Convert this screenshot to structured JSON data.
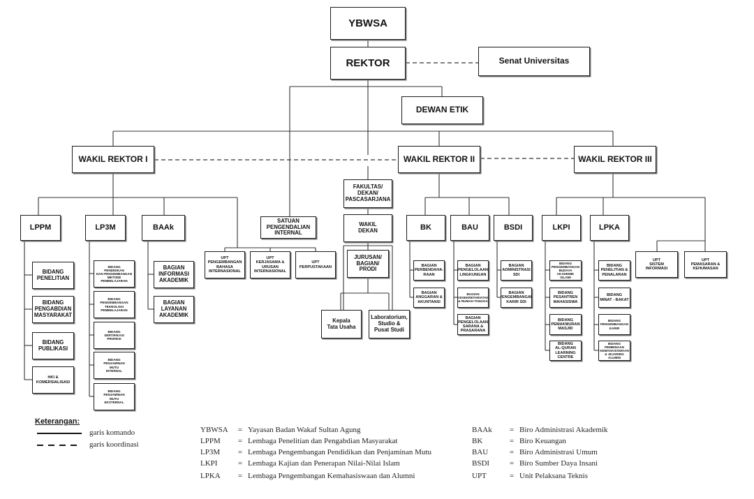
{
  "nodes": {
    "ybwsa": "YBWSA",
    "rektor": "REKTOR",
    "senat": "Senat Universitas",
    "dewan_etik": "DEWAN ETIK",
    "wr1": "WAKIL REKTOR I",
    "wr2": "WAKIL REKTOR II",
    "wr3": "WAKIL REKTOR III",
    "fakultas": "FAKULTAS/\nDEKAN/\nPASCASARJANA",
    "wakil_dekan": "WAKIL\nDEKAN",
    "jurusan": "JURUSAN/\nBAGIAN/\nPRODI",
    "kepala_tu": "Kepala\nTata Usaha",
    "laboratorium": "Laboratorium,\nStudio &\nPusat Studi",
    "spi": "SATUAN\nPENGENDALIAN\nINTERNAL",
    "upt_bahasa": "UPT\nPENGEMBANGAN\nBAHASA\nINTERNASIONAL",
    "upt_kerjasama": "UPT\nKERJASAMA &\nURUSAN\nINTERNASIONAL",
    "upt_perpustakaan": "UPT\nPERPUSTAKAAN",
    "lppm": "LPPM",
    "lp3m": "LP3M",
    "baak": "BAAk",
    "bk": "BK",
    "bau": "BAU",
    "bsdi": "BSDI",
    "lkpi": "LKPI",
    "lpka": "LPKA",
    "upt_si": "UPT\nSISTEM\nINFORMASI",
    "upt_pemasaran": "UPT\nPEMASARAN &\nKEHUMASAN",
    "lppm_penelitian": "BIDANG\nPENELITIAN",
    "lppm_pengabdian": "BIDANG\nPENGABDIAN\nMASYARAKAT",
    "lppm_publikasi": "BIDANG\nPUBLIKASI",
    "lppm_hki": "HKI &\nKOMERSIALISASI",
    "lp3m_1": "BIDANG\nPENDIDIKAN\nDAN PENGEMBANGAN\nMETODE\nPEMBELAJARAN",
    "lp3m_2": "BIDANG\nPENGEMBANGAN\nTEKNOLOGI\nPEMBELAJARAN",
    "lp3m_3": "BIDANG\nSERTIFIKASI\nPROFESI",
    "lp3m_4": "BIDANG\nPENJAMINAN\nMUTU\nINTERNAL",
    "lp3m_5": "BIDANG\nPENJAMINAN\nMUTU\nEKSTERNAL",
    "baak_1": "BAGIAN\nINFORMASI\nAKADEMIK",
    "baak_2": "BAGIAN\nLAYANAN\nAKADEMIK",
    "bk_1": "BAGIAN\nPERBENDAHA-\nRAAN",
    "bk_2": "BAGIAN\nANGGARAN &\nAKUNTANSI",
    "bau_1": "BAGIAN\nPENGELOLAAN\nLINGKUNGAN",
    "bau_2": "BAGIAN\nKESEKRETARIATAN\n& RUMAH TANGGA",
    "bau_3": "BAGIAN\nPENGELOLAAN\nSARANA &\nPRASARANA",
    "bsdi_1": "BAGIAN\nADMINISTRASI\nSDI",
    "bsdi_2": "BAGIAN\nPENGEMBANGAN\nKARIR SDI",
    "lkpi_1": "BIDANG\nPENGEMBANGAN\nBUDAYA AKADEMIK\nISLAMI",
    "lkpi_2": "BIDANG\nPESANTREN\nMAHASISWA",
    "lkpi_3": "BIDANG\nPEMAKMURAN\nMASJID",
    "lkpi_4": "BIDANG\nAL-QURAN\nLEARNING\nCENTRE",
    "lpka_1": "BIDANG\nPENELITIAN &\nPENALARAN",
    "lpka_2": "BIDANG\nMINAT - BAKAT",
    "lpka_3": "BIDANG\nPENGEMBANGAN\nKARIR",
    "lpka_4": "BIDANG\nPEMBINAAN\nKEMAHASISWAAN\n& JEJARING\nALUMNI"
  },
  "legend": {
    "title": "Keterangan:",
    "komando": "garis komando",
    "koordinasi": "garis koordinasi"
  },
  "abbreviations_left": [
    {
      "key": "YBWSA",
      "value": "Yayasan Badan Wakaf Sultan Agung"
    },
    {
      "key": "LPPM",
      "value": "Lembaga Penelitian dan  Pengabdian Masyarakat"
    },
    {
      "key": "LP3M",
      "value": "Lembaga Pengembangan Pendidikan dan Penjaminan Mutu"
    },
    {
      "key": "LKPI",
      "value": "Lembaga Kajian dan Penerapan Nilai-Nilai Islam"
    },
    {
      "key": "LPKA",
      "value": "Lembaga Pengembangan Kemahasiswaan dan Alumni"
    }
  ],
  "abbreviations_right": [
    {
      "key": "BAAk",
      "value": "Biro Administrasi Akademik"
    },
    {
      "key": "BK",
      "value": "Biro Keuangan"
    },
    {
      "key": "BAU",
      "value": "Biro Administrasi Umum"
    },
    {
      "key": "BSDI",
      "value": "Biro Sumber Daya Insani"
    },
    {
      "key": "UPT",
      "value": "Unit Pelaksana Teknis"
    }
  ],
  "equals_sign": "="
}
